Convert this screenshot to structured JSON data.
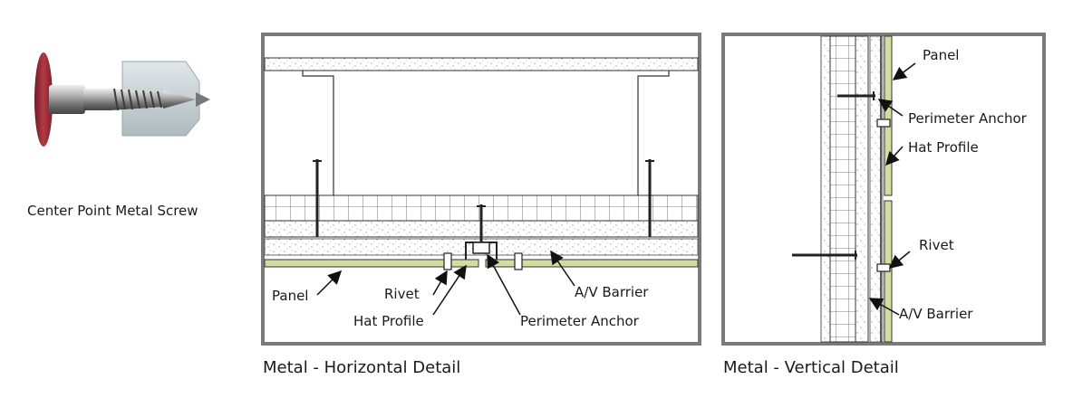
{
  "screw": {
    "caption": "Center Point Metal Screw",
    "cap_color": "#a8313c",
    "sleeve_color": "#c9d3d6"
  },
  "horizontal": {
    "caption": "Metal - Horizontal Detail",
    "labels": {
      "panel": "Panel",
      "rivet": "Rivet",
      "hat_profile": "Hat Profile",
      "perimeter_anchor": "Perimeter Anchor",
      "av_barrier": "A/V Barrier"
    }
  },
  "vertical": {
    "caption": "Metal - Vertical Detail",
    "labels": {
      "panel": "Panel",
      "perimeter_anchor": "Perimeter Anchor",
      "hat_profile": "Hat Profile",
      "rivet": "Rivet",
      "av_barrier": "A/V Barrier"
    }
  },
  "colors": {
    "panel": "#d4dca0",
    "frame": "#7a7a7a"
  }
}
